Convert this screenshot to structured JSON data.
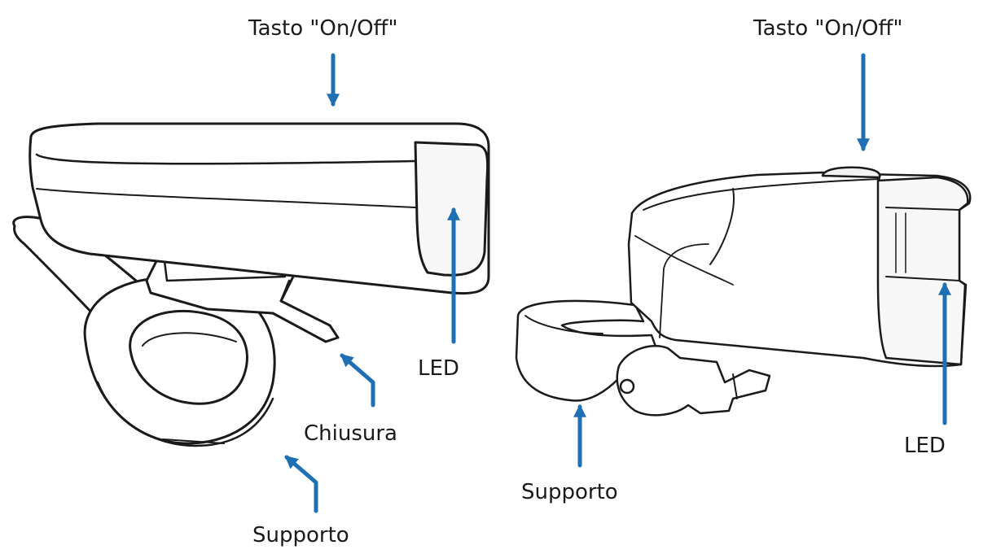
{
  "colors": {
    "arrow": "#1f6fb5",
    "outline": "#1a1a1a",
    "fill": "#ffffff",
    "shade": "#f4f4f4"
  },
  "left_view": {
    "power_button_label": "Tasto \"On/Off\"",
    "led_label": "LED",
    "clasp_label": "Chiusura",
    "mount_label": "Supporto"
  },
  "right_view": {
    "power_button_label": "Tasto \"On/Off\"",
    "led_label": "LED",
    "mount_label": "Supporto"
  }
}
